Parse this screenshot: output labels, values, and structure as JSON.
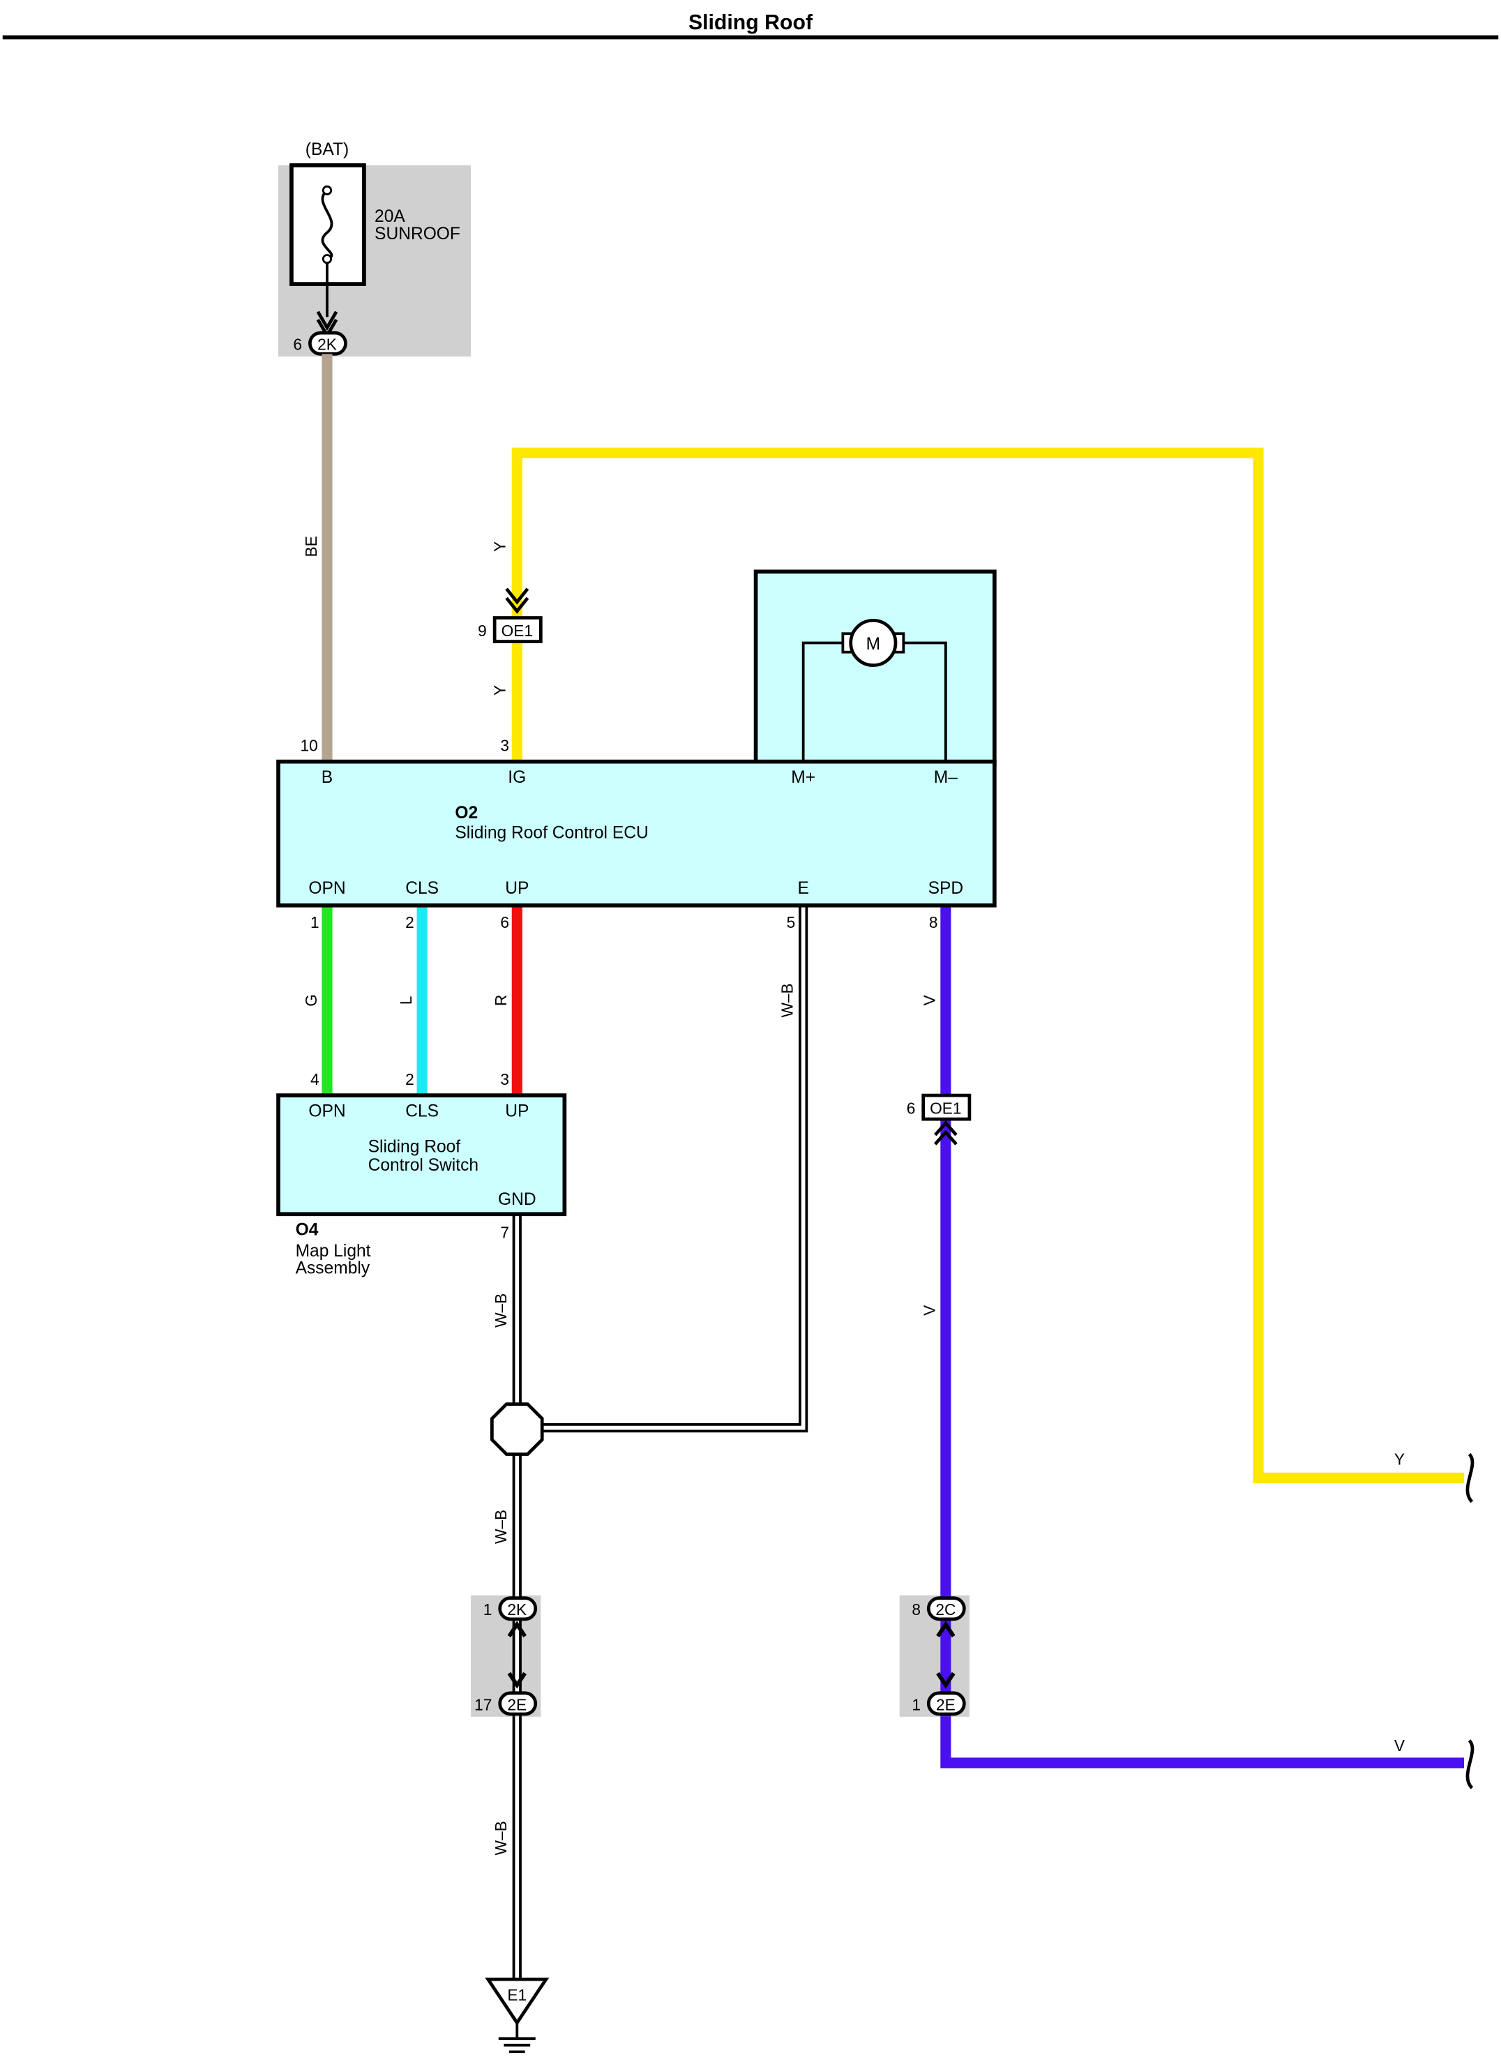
{
  "page": {
    "title": "Sliding Roof"
  },
  "colors": {
    "yellow": "#FFE800",
    "violet": "#4A10F0",
    "green": "#22E622",
    "blue": "#20E8F0",
    "red": "#F01010",
    "beige": "#B5A590",
    "module_fill": "#CCFFFF",
    "shade": "#D0D0D0"
  },
  "fuse": {
    "source": "(BAT)",
    "rating": "20A",
    "name": "SUNROOF",
    "connector": "2K",
    "pin": "6"
  },
  "ecu": {
    "id": "O2",
    "name": "Sliding Roof Control ECU",
    "terms": {
      "b": {
        "label": "B",
        "pin": "10"
      },
      "ig": {
        "label": "IG",
        "pin": "3"
      },
      "mp": {
        "label": "M+"
      },
      "mm": {
        "label": "M–"
      },
      "opn": {
        "label": "OPN",
        "pin": "1"
      },
      "cls": {
        "label": "CLS",
        "pin": "2"
      },
      "up": {
        "label": "UP",
        "pin": "6"
      },
      "e": {
        "label": "E",
        "pin": "5"
      },
      "spd": {
        "label": "SPD",
        "pin": "8"
      }
    }
  },
  "motor": {
    "label": "M"
  },
  "switch": {
    "id": "O4",
    "assembly_line1": "Map Light",
    "assembly_line2": "Assembly",
    "name_line1": "Sliding Roof",
    "name_line2": "Control Switch",
    "terms": {
      "opn": {
        "label": "OPN",
        "pin": "4"
      },
      "cls": {
        "label": "CLS",
        "pin": "2"
      },
      "up": {
        "label": "UP",
        "pin": "3"
      },
      "gnd": {
        "label": "GND",
        "pin": "7"
      }
    }
  },
  "wires": {
    "be": "BE",
    "y_top": "Y",
    "y_mid": "Y",
    "g": "G",
    "l": "L",
    "r": "R",
    "wb_e": "W–B",
    "v_upper": "V",
    "v_lower": "V",
    "wb_1": "W–B",
    "wb_2": "W–B",
    "wb_3": "W–B",
    "y_out": "Y",
    "v_out": "V"
  },
  "connectors": {
    "oe1_top": {
      "name": "OE1",
      "pin": "9"
    },
    "oe1_mid": {
      "name": "OE1",
      "pin": "6"
    },
    "j2k": {
      "name": "2K",
      "pin": "1"
    },
    "j2e_left": {
      "name": "2E",
      "pin": "17"
    },
    "j2c": {
      "name": "2C",
      "pin": "8"
    },
    "j2e_right": {
      "name": "2E",
      "pin": "1"
    }
  },
  "ground": {
    "label": "E1"
  }
}
